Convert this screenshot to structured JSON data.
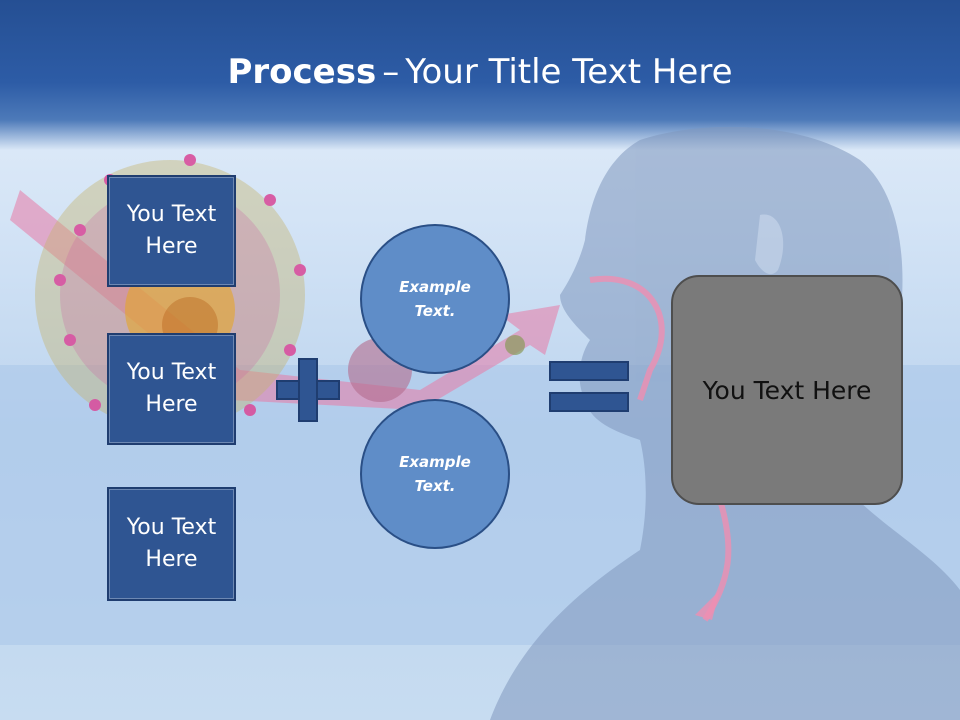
{
  "slide": {
    "title_bold": "Process",
    "title_dash": "–",
    "title_rest": "Your Title Text Here"
  },
  "boxes": [
    "You Text Here",
    "You Text Here",
    "You Text Here"
  ],
  "circles": [
    "Example Text.",
    "Example Text."
  ],
  "result": "You Text Here",
  "colors": {
    "header": "#2d5ca6",
    "box_fill": "#2f5592",
    "circle_fill": "#5f8dc8",
    "result_fill": "#7a7a7a"
  }
}
